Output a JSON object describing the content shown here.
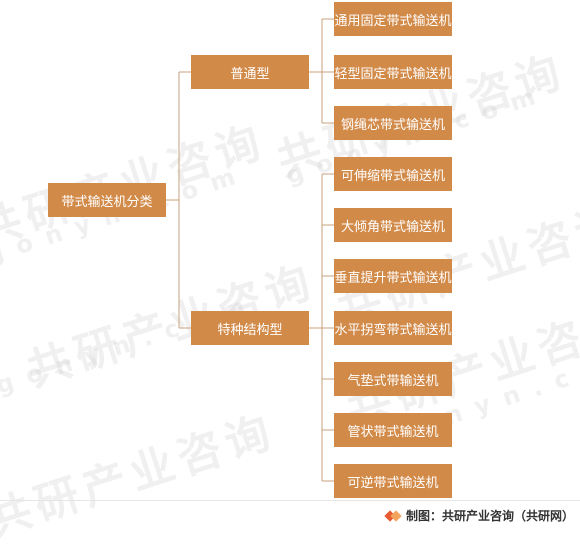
{
  "root": {
    "label": "带式输送机分类"
  },
  "categories": [
    {
      "label": "普通型",
      "items": [
        "通用固定带式输送机",
        "轻型固定带式输送机",
        "钢绳芯带式输送机"
      ]
    },
    {
      "label": "特种结构型",
      "items": [
        "可伸缩带式输送机",
        "大倾角带式输送机",
        "垂直提升带式输送机",
        "水平拐弯带式输送机",
        "气垫式带输送机",
        "管状带式输送机",
        "可逆带式输送机"
      ]
    }
  ],
  "watermark": {
    "cn": "共研产业咨询",
    "en": "gonyn.com"
  },
  "footer": {
    "credit": "制图：共研产业咨询（共研网）"
  },
  "colors": {
    "node_fill": "#d28a48",
    "node_text": "#ffffff",
    "connector": "#c9a27c"
  }
}
